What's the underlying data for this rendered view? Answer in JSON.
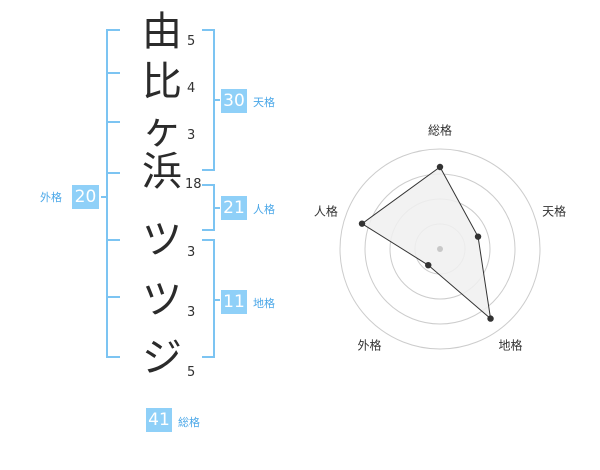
{
  "name": {
    "chars": [
      {
        "char": "由",
        "strokes": "5"
      },
      {
        "char": "比",
        "strokes": "4"
      },
      {
        "char": "ヶ",
        "strokes": "3"
      },
      {
        "char": "浜",
        "strokes": "18"
      },
      {
        "char": "ツ",
        "strokes": "3"
      },
      {
        "char": "ツ",
        "strokes": "3"
      },
      {
        "char": "ジ",
        "strokes": "5"
      }
    ]
  },
  "kaku": {
    "tenkaku": {
      "value": "30",
      "label": "天格"
    },
    "jinkaku": {
      "value": "21",
      "label": "人格"
    },
    "chikaku": {
      "value": "11",
      "label": "地格"
    },
    "gaikaku": {
      "value": "20",
      "label": "外格"
    },
    "soukaku": {
      "value": "41",
      "label": "総格"
    }
  },
  "radar": {
    "axes": [
      "総格",
      "天格",
      "地格",
      "外格",
      "人格"
    ],
    "values": [
      0.82,
      0.4,
      0.86,
      0.2,
      0.82
    ],
    "max": 1,
    "colors": {
      "fill": "#f0f0f0",
      "line": "#333333",
      "ring": "#cccccc",
      "point": "#333333",
      "center": "#c8c8c8"
    }
  },
  "colors": {
    "accent": "#8fd0f8",
    "bracket": "#7cc4f2",
    "label": "#4aa7e8"
  }
}
